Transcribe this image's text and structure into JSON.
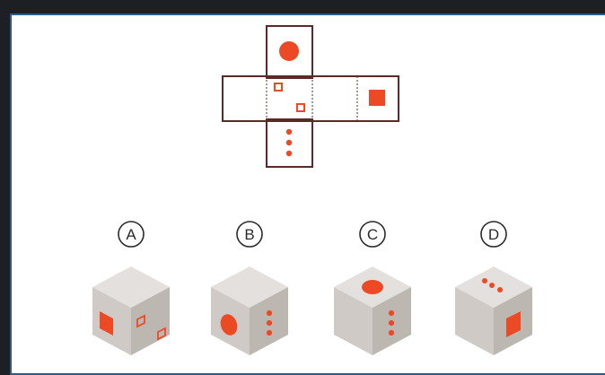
{
  "colors": {
    "accent": "#ec4a24",
    "outline": "#5c2a26",
    "cube_top": "#e4e0dd",
    "cube_left": "#cfcac6",
    "cube_right": "#bdb7b2"
  },
  "net": {
    "faces": [
      {
        "position": "top",
        "mark": "filled-circle"
      },
      {
        "position": "left",
        "mark": "blank"
      },
      {
        "position": "center",
        "mark": "two-hollow-squares"
      },
      {
        "position": "right-1",
        "mark": "blank"
      },
      {
        "position": "right-2",
        "mark": "filled-square"
      },
      {
        "position": "bottom",
        "mark": "three-dots"
      }
    ]
  },
  "options": [
    {
      "label": "A",
      "top": "blank",
      "left": "filled-square",
      "right": "two-hollow-squares"
    },
    {
      "label": "B",
      "top": "blank",
      "left": "filled-circle",
      "right": "three-dots"
    },
    {
      "label": "C",
      "top": "filled-circle",
      "left": "blank",
      "right": "three-dots"
    },
    {
      "label": "D",
      "top": "three-dots",
      "left": "blank",
      "right": "filled-square"
    }
  ]
}
